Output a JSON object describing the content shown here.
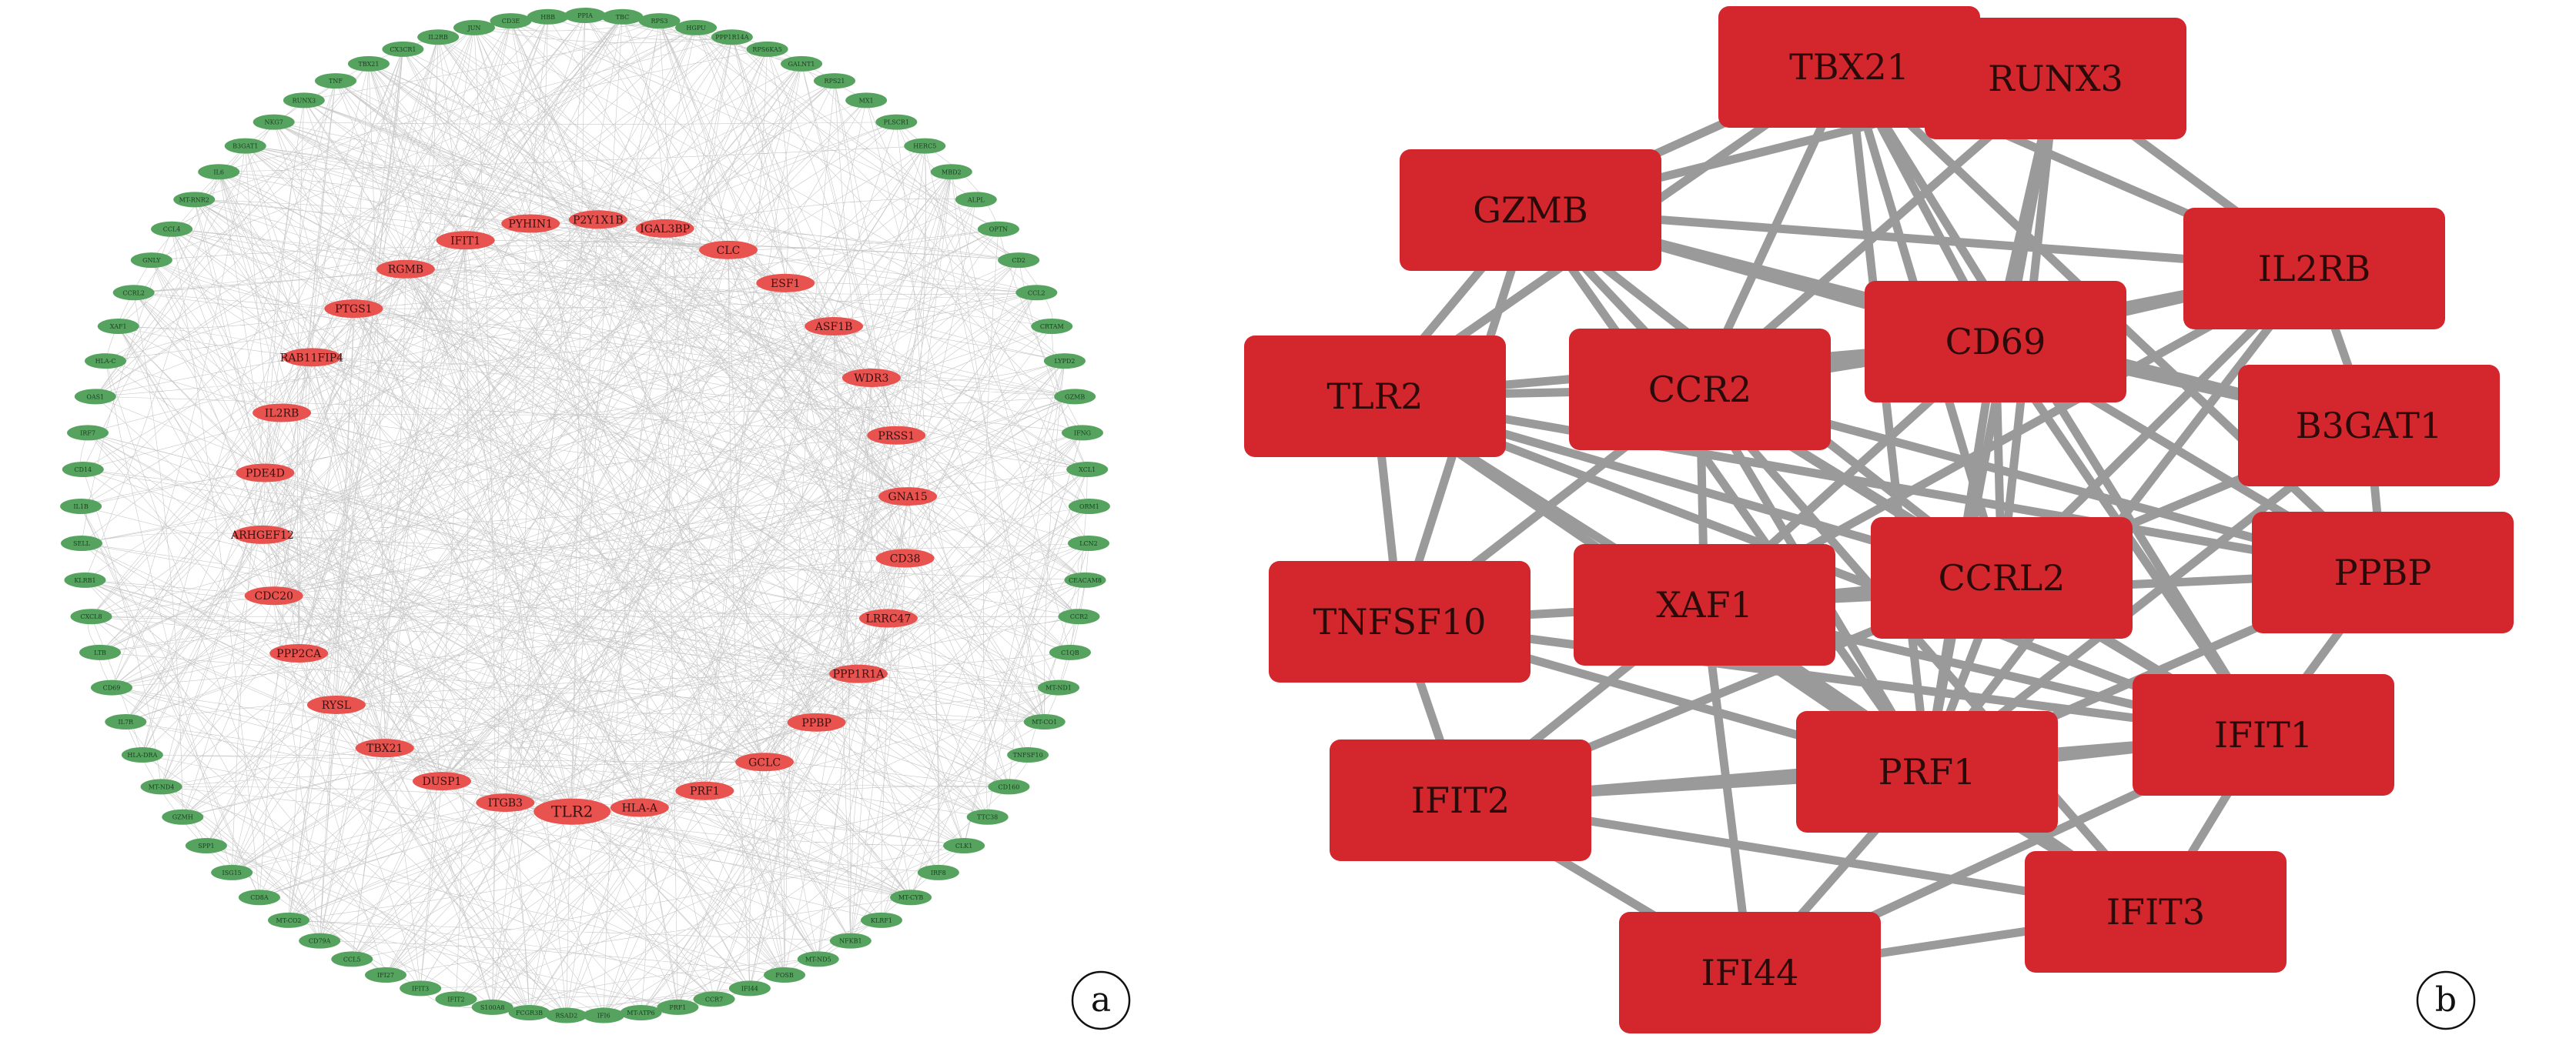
{
  "colors": {
    "outer_node": "#55a35f",
    "inner_node": "#e8534f",
    "hub_node": "#d4262d",
    "edge_a": "#9a9a9a",
    "edge_b": "#9a9a9a"
  },
  "panel_a": {
    "letter": "a",
    "inner_nodes": [
      "TLR2",
      "HLA-A",
      "PRF1",
      "GCLC",
      "PPBP",
      "PPP1R1A",
      "LRRC47",
      "CD38",
      "GNA15",
      "PRSS1",
      "WDR3",
      "ASF1B",
      "ESF1",
      "CLC",
      "IGAL3BP",
      "P2Y1X1B",
      "PYHIN1",
      "IFIT1",
      "RGMB",
      "PTGS1",
      "RAB11FIP4",
      "IL2RB",
      "PDE4D",
      "ARHGEF12",
      "CDC20",
      "PPP2CA",
      "RYSL",
      "TBX21",
      "DUSP1",
      "ITGB3"
    ],
    "outer_nodes": [
      "PPIA",
      "TBC",
      "RPS3",
      "HGPU",
      "PPP1R14A",
      "RPS6KA5",
      "GALNT1",
      "RPS21",
      "MX1",
      "PLSCR1",
      "HERC5",
      "MBD2",
      "ALPL",
      "OPTN",
      "CD2",
      "CCL2",
      "CRTAM",
      "LYPD2",
      "GZMB",
      "IFNG",
      "XCL1",
      "ORM1",
      "LCN2",
      "CEACAM8",
      "CCR2",
      "C1QB",
      "MT-ND1",
      "MT-CO1",
      "TNFSF10",
      "CD160",
      "TTC38",
      "CLK1",
      "IRF8",
      "MT-CYB",
      "KLRF1",
      "NFKB1",
      "MT-ND5",
      "FOSB",
      "IFI44",
      "CCR7",
      "PRF1",
      "MT-ATP6",
      "IFI6",
      "RSAD2",
      "FCGR3B",
      "S100A8",
      "IFIT2",
      "IFIT3",
      "IFI27",
      "CCL5",
      "CD79A",
      "MT-CO2",
      "CD8A",
      "ISG15",
      "SPP1",
      "GZMH",
      "MT-ND4",
      "HLA-DRA",
      "IL7R",
      "CD69",
      "LTB",
      "CXCL8",
      "KLRB1",
      "SELL",
      "IL1B",
      "CD14",
      "IRF7",
      "OAS1",
      "HLA-C",
      "XAF1",
      "CCRL2",
      "GNLY",
      "CCL4",
      "MT-RNR2",
      "IL6",
      "B3GAT1",
      "NKG7",
      "RUNX3",
      "TNF",
      "TBX21",
      "CX3CR1",
      "IL2RB",
      "JUN",
      "CD3E",
      "HBB"
    ]
  },
  "panel_b": {
    "letter": "b",
    "nodes": [
      "TBX21",
      "RUNX3",
      "GZMB",
      "IL2RB",
      "CD69",
      "CCR2",
      "TLR2",
      "B3GAT1",
      "CCRL2",
      "PPBP",
      "XAF1",
      "TNFSF10",
      "IFIT1",
      "PRF1",
      "IFIT2",
      "IFIT3",
      "IFI44"
    ],
    "edges": [
      [
        "TBX21",
        "RUNX3"
      ],
      [
        "TBX21",
        "GZMB"
      ],
      [
        "TBX21",
        "IL2RB"
      ],
      [
        "TBX21",
        "CD69"
      ],
      [
        "TBX21",
        "CCR2"
      ],
      [
        "TBX21",
        "TLR2"
      ],
      [
        "TBX21",
        "CCRL2"
      ],
      [
        "TBX21",
        "PRF1"
      ],
      [
        "TBX21",
        "IFIT1"
      ],
      [
        "TBX21",
        "PPBP"
      ],
      [
        "RUNX3",
        "GZMB"
      ],
      [
        "RUNX3",
        "IL2RB"
      ],
      [
        "RUNX3",
        "CD69"
      ],
      [
        "RUNX3",
        "CCR2"
      ],
      [
        "RUNX3",
        "CCRL2"
      ],
      [
        "RUNX3",
        "PRF1"
      ],
      [
        "GZMB",
        "IL2RB"
      ],
      [
        "GZMB",
        "CD69"
      ],
      [
        "GZMB",
        "CCR2"
      ],
      [
        "GZMB",
        "TLR2"
      ],
      [
        "GZMB",
        "PRF1"
      ],
      [
        "GZMB",
        "CCRL2"
      ],
      [
        "GZMB",
        "B3GAT1"
      ],
      [
        "GZMB",
        "TNFSF10"
      ],
      [
        "IL2RB",
        "CD69"
      ],
      [
        "IL2RB",
        "CCR2"
      ],
      [
        "IL2RB",
        "B3GAT1"
      ],
      [
        "IL2RB",
        "CCRL2"
      ],
      [
        "IL2RB",
        "PRF1"
      ],
      [
        "IL2RB",
        "XAF1"
      ],
      [
        "CD69",
        "CCR2"
      ],
      [
        "CD69",
        "TLR2"
      ],
      [
        "CD69",
        "B3GAT1"
      ],
      [
        "CD69",
        "CCRL2"
      ],
      [
        "CD69",
        "PPBP"
      ],
      [
        "CD69",
        "PRF1"
      ],
      [
        "CD69",
        "IFIT1"
      ],
      [
        "CD69",
        "XAF1"
      ],
      [
        "CCR2",
        "TLR2"
      ],
      [
        "CCR2",
        "CCRL2"
      ],
      [
        "CCR2",
        "PPBP"
      ],
      [
        "CCR2",
        "PRF1"
      ],
      [
        "CCR2",
        "IFIT1"
      ],
      [
        "CCR2",
        "XAF1"
      ],
      [
        "CCR2",
        "IFIT3"
      ],
      [
        "CCR2",
        "TNFSF10"
      ],
      [
        "TLR2",
        "TNFSF10"
      ],
      [
        "TLR2",
        "PPBP"
      ],
      [
        "TLR2",
        "CCRL2"
      ],
      [
        "TLR2",
        "PRF1"
      ],
      [
        "TLR2",
        "IFIT1"
      ],
      [
        "TLR2",
        "XAF1"
      ],
      [
        "B3GAT1",
        "PPBP"
      ],
      [
        "B3GAT1",
        "PRF1"
      ],
      [
        "B3GAT1",
        "CCRL2"
      ],
      [
        "CCRL2",
        "PRF1"
      ],
      [
        "CCRL2",
        "XAF1"
      ],
      [
        "CCRL2",
        "IFIT1"
      ],
      [
        "CCRL2",
        "IFIT2"
      ],
      [
        "PPBP",
        "PRF1"
      ],
      [
        "PPBP",
        "XAF1"
      ],
      [
        "PPBP",
        "IFIT1"
      ],
      [
        "XAF1",
        "TNFSF10"
      ],
      [
        "XAF1",
        "PRF1"
      ],
      [
        "XAF1",
        "IFIT1"
      ],
      [
        "XAF1",
        "IFIT2"
      ],
      [
        "XAF1",
        "IFI44"
      ],
      [
        "XAF1",
        "IFIT3"
      ],
      [
        "TNFSF10",
        "PRF1"
      ],
      [
        "TNFSF10",
        "IFIT2"
      ],
      [
        "TNFSF10",
        "IFIT1"
      ],
      [
        "IFIT1",
        "PRF1"
      ],
      [
        "IFIT1",
        "IFIT2"
      ],
      [
        "IFIT1",
        "IFIT3"
      ],
      [
        "IFIT1",
        "IFI44"
      ],
      [
        "PRF1",
        "IFIT2"
      ],
      [
        "PRF1",
        "IFIT3"
      ],
      [
        "PRF1",
        "IFI44"
      ],
      [
        "IFIT2",
        "IFIT3"
      ],
      [
        "IFIT2",
        "IFI44"
      ],
      [
        "IFIT3",
        "IFI44"
      ]
    ]
  }
}
